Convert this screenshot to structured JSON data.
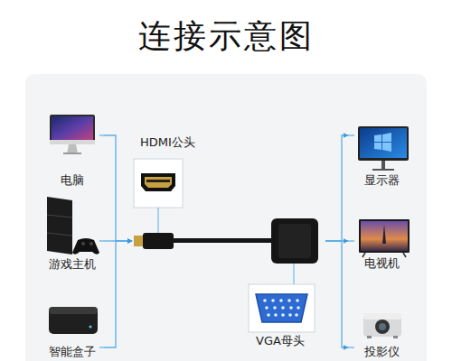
{
  "diagram": {
    "title": "连接示意图",
    "nodes": [
      {
        "text": [
          "电脑"
        ]
      },
      {
        "text": [
          "游戏主机"
        ]
      },
      {
        "text": [
          "智能盒子"
        ]
      },
      {
        "text": [
          "HDMI公头"
        ]
      },
      {
        "text": [
          "VGA母头"
        ]
      },
      {
        "text": [
          "显示器"
        ]
      },
      {
        "text": [
          "电视机"
        ]
      },
      {
        "text": [
          "投影仪"
        ]
      }
    ],
    "edges": [
      {
        "from": 0,
        "to": 3,
        "arrow": "to"
      },
      {
        "from": 1,
        "to": 3,
        "arrow": "to"
      },
      {
        "from": 2,
        "to": 3,
        "arrow": "to"
      },
      {
        "from": 4,
        "to": 5,
        "arrow": "to"
      },
      {
        "from": 4,
        "to": 6,
        "arrow": "to"
      },
      {
        "from": 4,
        "to": 7,
        "arrow": "to"
      }
    ]
  }
}
